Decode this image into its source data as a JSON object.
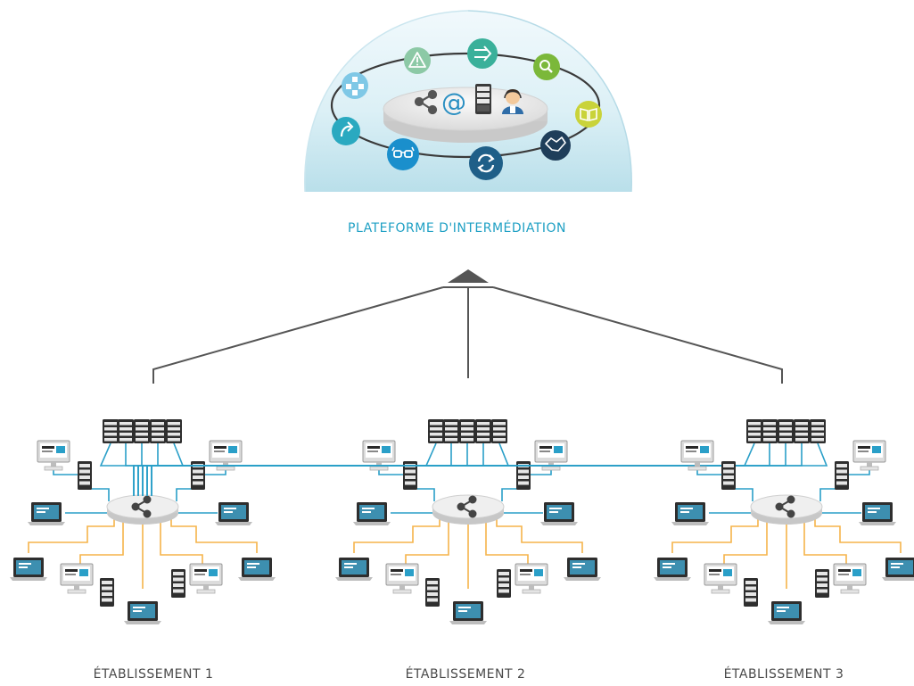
{
  "platform": {
    "label": "PLATEFORME D'INTERMÉDIATION",
    "hub_icons": [
      "share-icon",
      "at-icon",
      "server-icon",
      "operator-icon"
    ],
    "orbit_icons": [
      {
        "name": "warning-icon",
        "color": "#8cc9a6"
      },
      {
        "name": "arrow-right-icon",
        "color": "#3ab09a"
      },
      {
        "name": "search-icon",
        "color": "#7bb83a"
      },
      {
        "name": "book-icon",
        "color": "#c9d33a"
      },
      {
        "name": "handshake-icon",
        "color": "#1f3e5a"
      },
      {
        "name": "sync-icon",
        "color": "#1f5f88"
      },
      {
        "name": "glasses-icon",
        "color": "#1a8fcc"
      },
      {
        "name": "redo-icon",
        "color": "#2aa9c0"
      },
      {
        "name": "network-nodes-icon",
        "color": "#7fc8e6"
      }
    ]
  },
  "sites": [
    {
      "label": "ÉTABLISSEMENT 1"
    },
    {
      "label": "ÉTABLISSEMENT 2"
    },
    {
      "label": "ÉTABLISSEMENT 3"
    }
  ],
  "colors": {
    "accent": "#1fa0c4",
    "server_link": "#2a9fc8",
    "client_link": "#f5b44a",
    "connector": "#555555",
    "site_text": "#4a4a4a"
  }
}
